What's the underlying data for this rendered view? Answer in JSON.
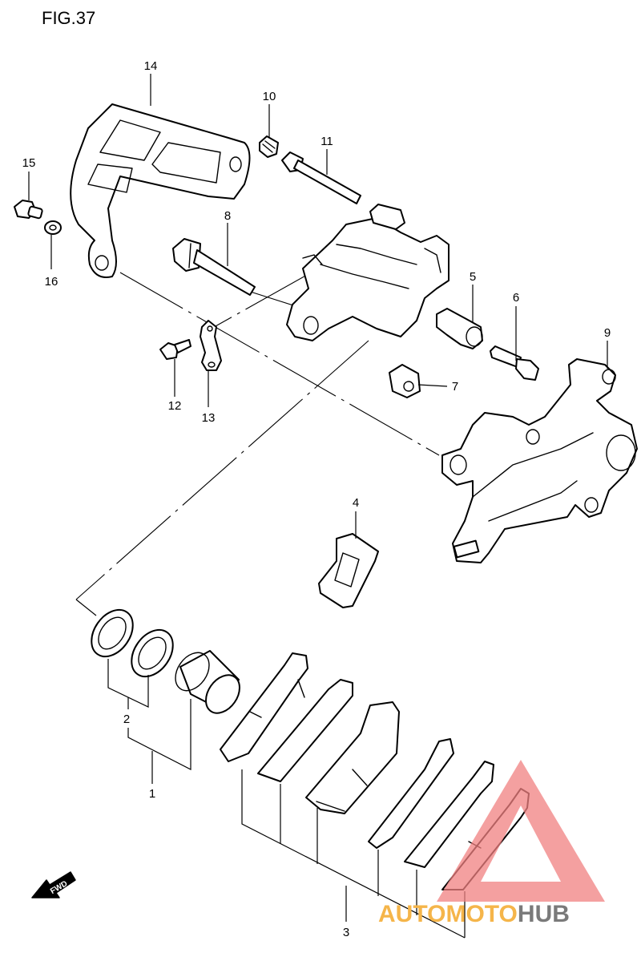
{
  "figure": {
    "title": "FIG.37"
  },
  "callouts": [
    {
      "id": "p1",
      "label": "1"
    },
    {
      "id": "p2",
      "label": "2"
    },
    {
      "id": "p3",
      "label": "3"
    },
    {
      "id": "p4",
      "label": "4"
    },
    {
      "id": "p5",
      "label": "5"
    },
    {
      "id": "p6",
      "label": "6"
    },
    {
      "id": "p7",
      "label": "7"
    },
    {
      "id": "p8",
      "label": "8"
    },
    {
      "id": "p9",
      "label": "9"
    },
    {
      "id": "p10",
      "label": "10"
    },
    {
      "id": "p11",
      "label": "11"
    },
    {
      "id": "p12",
      "label": "12"
    },
    {
      "id": "p13",
      "label": "13"
    },
    {
      "id": "p14",
      "label": "14"
    },
    {
      "id": "p15",
      "label": "15"
    },
    {
      "id": "p16",
      "label": "16"
    }
  ],
  "direction_arrow": {
    "label": "FWD"
  },
  "watermark": {
    "part_a": "AUTOMOTO",
    "part_b": "HUB",
    "accent_color": "#f08080",
    "text_color": "#f5b54a",
    "text_color_2": "#7a7a7a"
  }
}
